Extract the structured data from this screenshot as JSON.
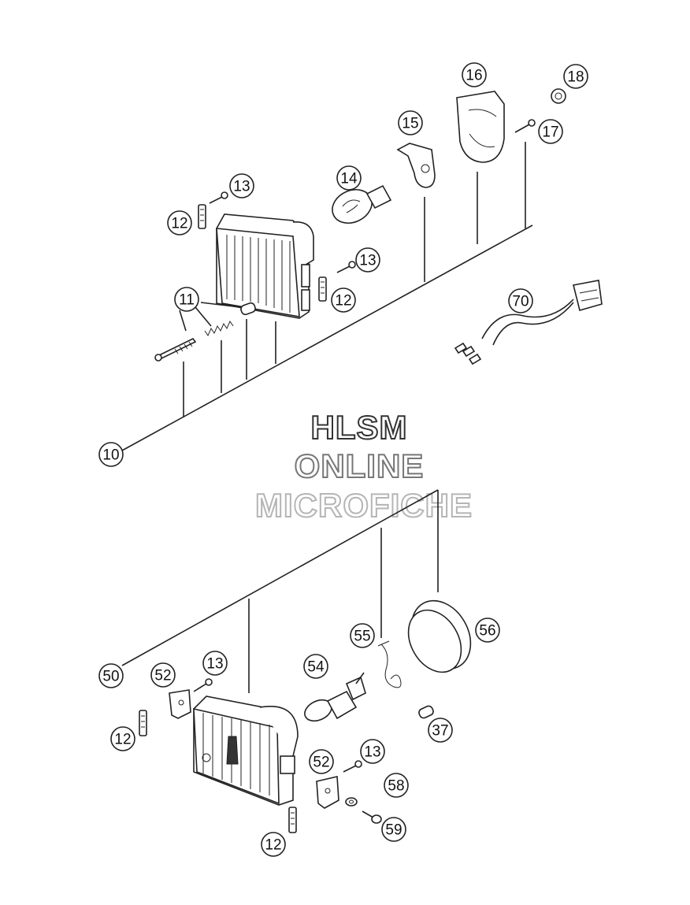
{
  "watermark": {
    "line1": "HLSM",
    "line2": "ONLINE",
    "line3": "MICROFICHE",
    "colors": [
      "#333333",
      "#777777",
      "#b5b5b5"
    ]
  },
  "callouts": {
    "p10": "10",
    "p11": "11",
    "p12a": "12",
    "p12b": "12",
    "p13a": "13",
    "p13b": "13",
    "p14": "14",
    "p15": "15",
    "p16": "16",
    "p17": "17",
    "p18": "18",
    "p70": "70",
    "p50": "50",
    "p52a": "52",
    "p52b": "52",
    "p13c": "13",
    "p13d": "13",
    "p12c": "12",
    "p12d": "12",
    "p54": "54",
    "p55": "55",
    "p56": "56",
    "p37": "37",
    "p58": "58",
    "p59": "59"
  }
}
